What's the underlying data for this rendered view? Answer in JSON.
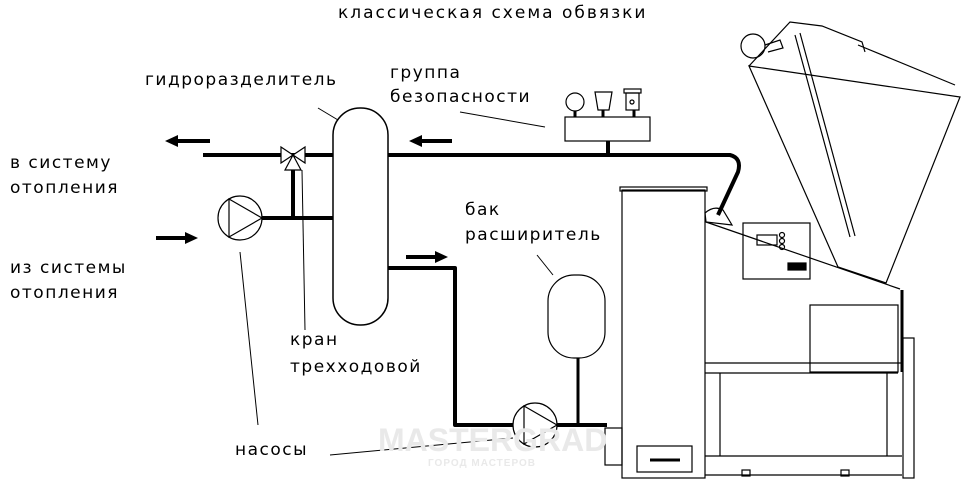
{
  "title": "классическая схема обвязки",
  "labels": {
    "hydro_separator": "гидроразделитель",
    "safety_group_1": "группа",
    "safety_group_2": "безопасности",
    "to_heating_1": "в систему",
    "to_heating_2": "отопления",
    "from_heating_1": "из системы",
    "from_heating_2": "отопления",
    "expansion_tank_1": "бак",
    "expansion_tank_2": "расширитель",
    "valve_1": "кран",
    "valve_2": "трехходовой",
    "pumps": "насосы"
  },
  "watermark": {
    "main": "MASTERGRAD",
    "sub": "ГОРОД МАСТЕРОВ"
  }
}
